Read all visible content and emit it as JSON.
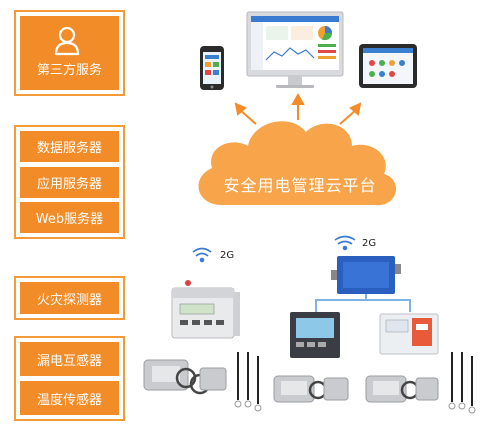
{
  "left_panel": {
    "third_party": "第三方服务",
    "servers": [
      "数据服务器",
      "应用服务器",
      "Web服务器"
    ],
    "fire_detector": "火灾探测器",
    "sensors": [
      "漏电互感器",
      "温度传感器"
    ]
  },
  "cloud": {
    "label": "安全用电管理云平台"
  },
  "signals": {
    "left": "2G",
    "right": "2G"
  },
  "colors": {
    "accent": "#f28c28",
    "cloud": "#f7a44a",
    "link_blue": "#7fb2e5"
  }
}
